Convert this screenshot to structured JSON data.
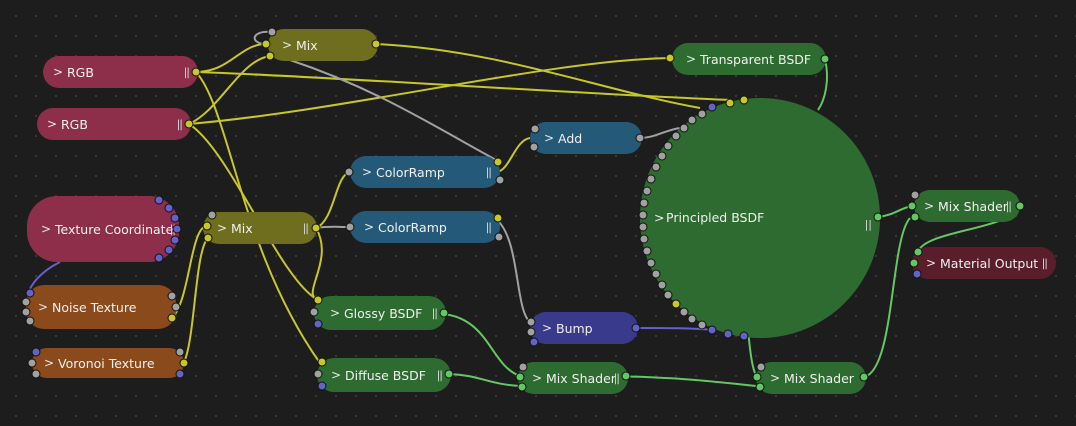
{
  "colors": {
    "rgb": "#8d2f4b",
    "texture_coordinate": "#8d2f4b",
    "texture": "#8a4a1c",
    "mix": "#6e6e1e",
    "converter": "#245a78",
    "shader": "#2e6b30",
    "vector": "#3a3a8c",
    "output": "#5a1e2a",
    "wire_color": "#c7c729",
    "wire_shader": "#63c763",
    "wire_gray": "#a1a1a1",
    "wire_vector": "#6363c7"
  },
  "nodes": {
    "rgb_1": {
      "label": "RGB"
    },
    "rgb_2": {
      "label": "RGB"
    },
    "mix_top": {
      "label": "Mix"
    },
    "mix_mid": {
      "label": "Mix"
    },
    "texture_coordinate": {
      "label": "Texture Coordinate"
    },
    "noise_texture": {
      "label": "Noise Texture"
    },
    "voronoi_texture": {
      "label": "Voronoi Texture"
    },
    "colorramp_1": {
      "label": "ColorRamp"
    },
    "colorramp_2": {
      "label": "ColorRamp"
    },
    "add": {
      "label": "Add"
    },
    "bump": {
      "label": "Bump"
    },
    "glossy_bsdf": {
      "label": "Glossy BSDF"
    },
    "diffuse_bsdf": {
      "label": "Diffuse BSDF"
    },
    "mix_shader_1": {
      "label": "Mix Shader"
    },
    "mix_shader_2": {
      "label": "Mix Shader"
    },
    "mix_shader_3": {
      "label": "Mix Shader"
    },
    "transparent_bsdf": {
      "label": "Transparent BSDF"
    },
    "principled_bsdf": {
      "label": "Principled BSDF"
    },
    "material_output": {
      "label": "Material Output"
    }
  },
  "icons": {
    "collapse": "chevron-right-icon",
    "grip": "drag-handle-icon"
  },
  "glyphs": {
    "chevron": ">",
    "grip": "||"
  }
}
